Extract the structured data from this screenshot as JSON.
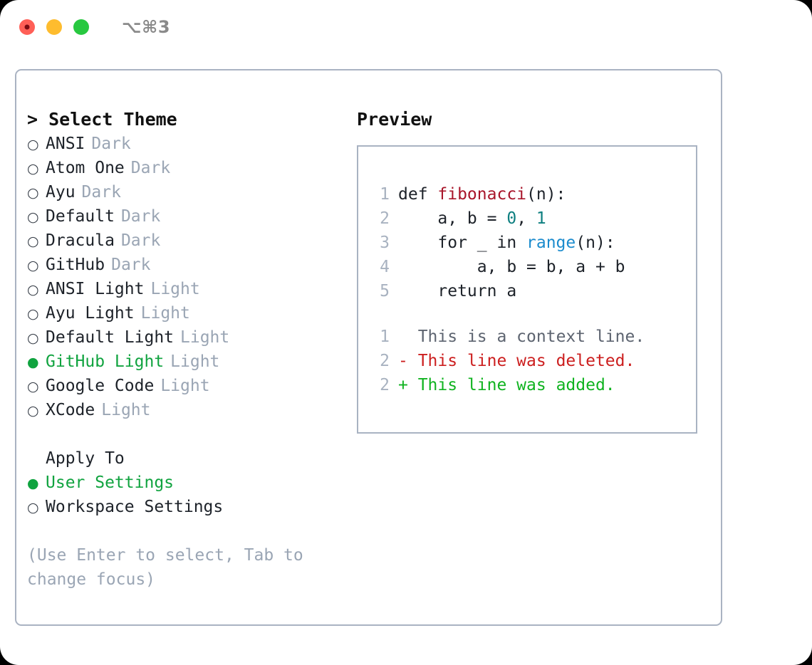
{
  "titlebar": {
    "shortcut": "⌥⌘3",
    "buttons": [
      {
        "name": "close",
        "color": "#ff5f57"
      },
      {
        "name": "minimize",
        "color": "#febc2e"
      },
      {
        "name": "maximize",
        "color": "#28c840"
      }
    ]
  },
  "theme_picker": {
    "heading": "> Select Theme",
    "items": [
      {
        "label": "ANSI",
        "variant": "Dark",
        "selected": false,
        "bullet": "○"
      },
      {
        "label": "Atom One",
        "variant": "Dark",
        "selected": false,
        "bullet": "○"
      },
      {
        "label": "Ayu",
        "variant": "Dark",
        "selected": false,
        "bullet": "○"
      },
      {
        "label": "Default",
        "variant": "Dark",
        "selected": false,
        "bullet": "○"
      },
      {
        "label": "Dracula",
        "variant": "Dark",
        "selected": false,
        "bullet": "○"
      },
      {
        "label": "GitHub",
        "variant": "Dark",
        "selected": false,
        "bullet": "○"
      },
      {
        "label": "ANSI Light",
        "variant": "Light",
        "selected": false,
        "bullet": "○"
      },
      {
        "label": "Ayu Light",
        "variant": "Light",
        "selected": false,
        "bullet": "○"
      },
      {
        "label": "Default Light",
        "variant": "Light",
        "selected": false,
        "bullet": "○"
      },
      {
        "label": "GitHub Light",
        "variant": "Light",
        "selected": true,
        "bullet": "●"
      },
      {
        "label": "Google Code",
        "variant": "Light",
        "selected": false,
        "bullet": "○"
      },
      {
        "label": "XCode",
        "variant": "Light",
        "selected": false,
        "bullet": "○"
      }
    ]
  },
  "apply_to": {
    "heading": "Apply To",
    "items": [
      {
        "label": "User Settings",
        "selected": true,
        "bullet": "●"
      },
      {
        "label": "Workspace Settings",
        "selected": false,
        "bullet": "○"
      }
    ]
  },
  "hint": "(Use Enter to select, Tab to change focus)",
  "preview": {
    "heading": "Preview",
    "code_lines": [
      {
        "no": "1",
        "tokens": [
          {
            "t": "def ",
            "c": "plain"
          },
          {
            "t": "fibonacci",
            "c": "fn"
          },
          {
            "t": "(n):",
            "c": "plain"
          }
        ]
      },
      {
        "no": "2",
        "tokens": [
          {
            "t": "    a, b = ",
            "c": "plain"
          },
          {
            "t": "0",
            "c": "num"
          },
          {
            "t": ", ",
            "c": "plain"
          },
          {
            "t": "1",
            "c": "num"
          }
        ]
      },
      {
        "no": "3",
        "tokens": [
          {
            "t": "    for _ in ",
            "c": "plain"
          },
          {
            "t": "range",
            "c": "kw"
          },
          {
            "t": "(n):",
            "c": "plain"
          }
        ]
      },
      {
        "no": "4",
        "tokens": [
          {
            "t": "        a, b = b, a + b",
            "c": "plain"
          }
        ]
      },
      {
        "no": "5",
        "tokens": [
          {
            "t": "    return a",
            "c": "plain"
          }
        ]
      }
    ],
    "diff_lines": [
      {
        "no": "1",
        "marker": "  ",
        "text": "This is a context line.",
        "kind": "context"
      },
      {
        "no": "2",
        "marker": "- ",
        "text": "This line was deleted.",
        "kind": "deleted"
      },
      {
        "no": "2",
        "marker": "+ ",
        "text": "This line was added.",
        "kind": "added"
      }
    ]
  },
  "colors": {
    "accent_green": "#10a33f",
    "diff_add": "#10b320",
    "diff_del": "#cc1f1f",
    "muted": "#9aa5b4",
    "border": "#aab3c2",
    "code_fn": "#a8152a",
    "code_num": "#0d7f80",
    "code_kw": "#1b8bcd"
  }
}
